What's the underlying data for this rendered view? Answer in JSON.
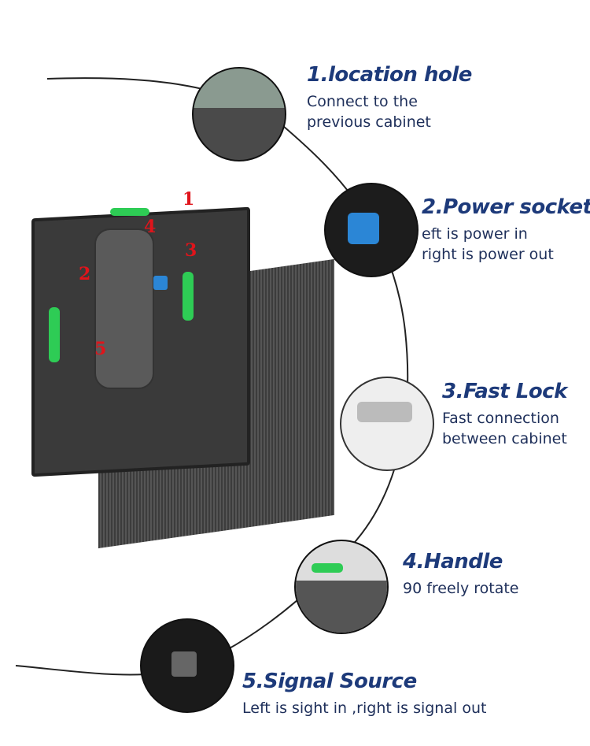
{
  "features": [
    {
      "title": "1.location hole",
      "desc": [
        "Connect to the",
        "previous cabinet"
      ]
    },
    {
      "title": "2.Power socket",
      "desc": [
        "eft is power in",
        "right is power out"
      ]
    },
    {
      "title": "3.Fast Lock",
      "desc": [
        "Fast connection",
        "between cabinet"
      ]
    },
    {
      "title": "4.Handle",
      "desc": [
        "90 freely rotate"
      ]
    },
    {
      "title": "5.Signal Source",
      "desc": [
        "Left is sight in ,right is signal out"
      ]
    }
  ],
  "markers": [
    "1",
    "2",
    "3",
    "4",
    "5"
  ],
  "colors": {
    "title": "#1d3a7a",
    "desc": "#1e2f5a",
    "marker": "#e0141b",
    "handle_green": "#2ecc55",
    "socket_blue": "#2b86d6"
  }
}
